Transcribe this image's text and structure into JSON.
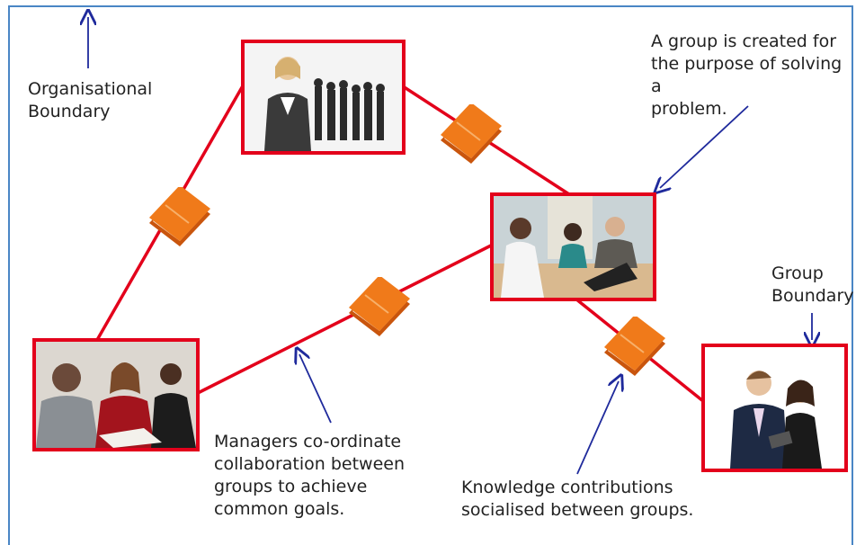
{
  "labels": {
    "org_boundary": [
      "Organisational",
      "Boundary"
    ],
    "group_created": [
      "A group is created for",
      "the purpose of solving a",
      "problem."
    ],
    "group_boundary": [
      "Group",
      "Boundary"
    ],
    "managers": [
      "Managers co-ordinate",
      "collaboration between",
      "groups to achieve",
      "common goals."
    ],
    "knowledge": [
      "Knowledge contributions",
      "socialised between groups."
    ]
  },
  "colors": {
    "link": "#e3001b",
    "arrow": "#1f2a9c",
    "frame": "#4a86c5",
    "book_cover": "#f07a1a"
  },
  "icons": [
    "book-icon",
    "arrow-icon"
  ]
}
